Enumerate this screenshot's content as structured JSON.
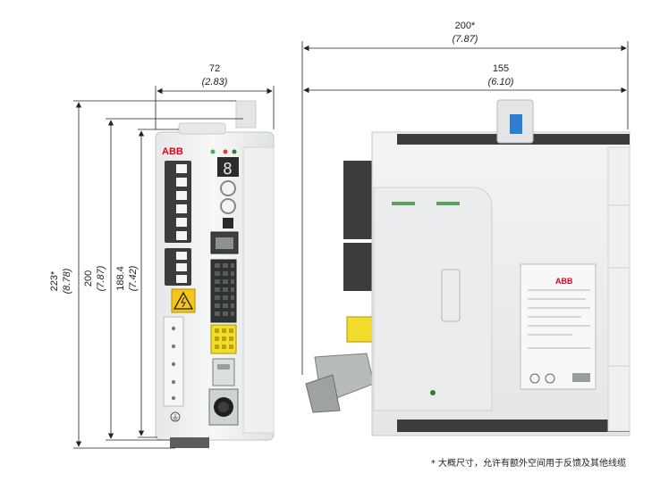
{
  "dimensions": {
    "front_width": {
      "value": "72",
      "inch": "(2.83)"
    },
    "side_depth_total": {
      "value": "200*",
      "inch": "(7.87)"
    },
    "side_depth_body": {
      "value": "155",
      "inch": "(6.10)"
    },
    "height_total": {
      "value": "223*",
      "inch": "(8.78)"
    },
    "height_mount": {
      "value": "200",
      "inch": "(7.87)"
    },
    "height_body": {
      "value": "188.4",
      "inch": "(7.42)"
    }
  },
  "front_panel": {
    "brand": "ABB",
    "seven_segment": "8"
  },
  "side_label": {
    "brand": "ABB"
  },
  "footnote": "* 大概尺寸，允许有额外空间用于反馈及其他线缆",
  "colors": {
    "body": "#f0f1f1",
    "body_shade": "#d9dcdd",
    "terminal": "#3a3c3d",
    "connector_yellow": "#f2dc2a",
    "warning_yellow": "#f5c518",
    "abb_red": "#e2001a",
    "tag_blue": "#2e7fd1"
  }
}
